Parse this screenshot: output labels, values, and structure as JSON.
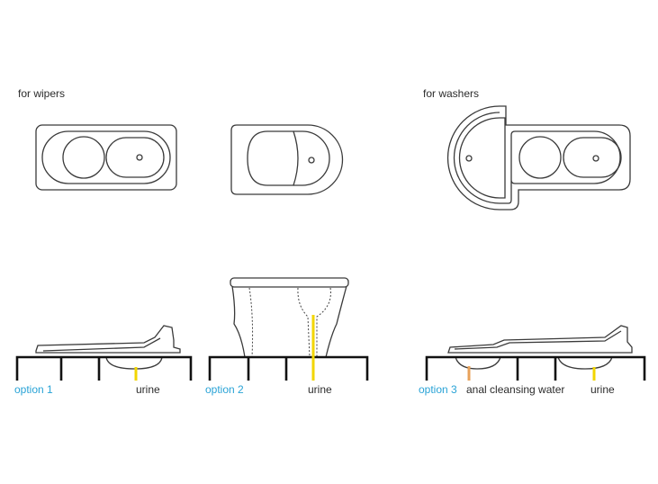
{
  "labels": {
    "for_wipers": "for wipers",
    "for_washers": "for washers",
    "option_1": "option 1",
    "option_2": "option 2",
    "option_3": "option 3",
    "urine_1": "urine",
    "urine_2": "urine",
    "urine_3": "urine",
    "anal_water": "anal cleansing water"
  },
  "colors": {
    "option_label": "#29a3d6",
    "urine": "#f2d600",
    "anal_cleansing_water": "#e8a25a",
    "outline": "#3a3a3a"
  }
}
